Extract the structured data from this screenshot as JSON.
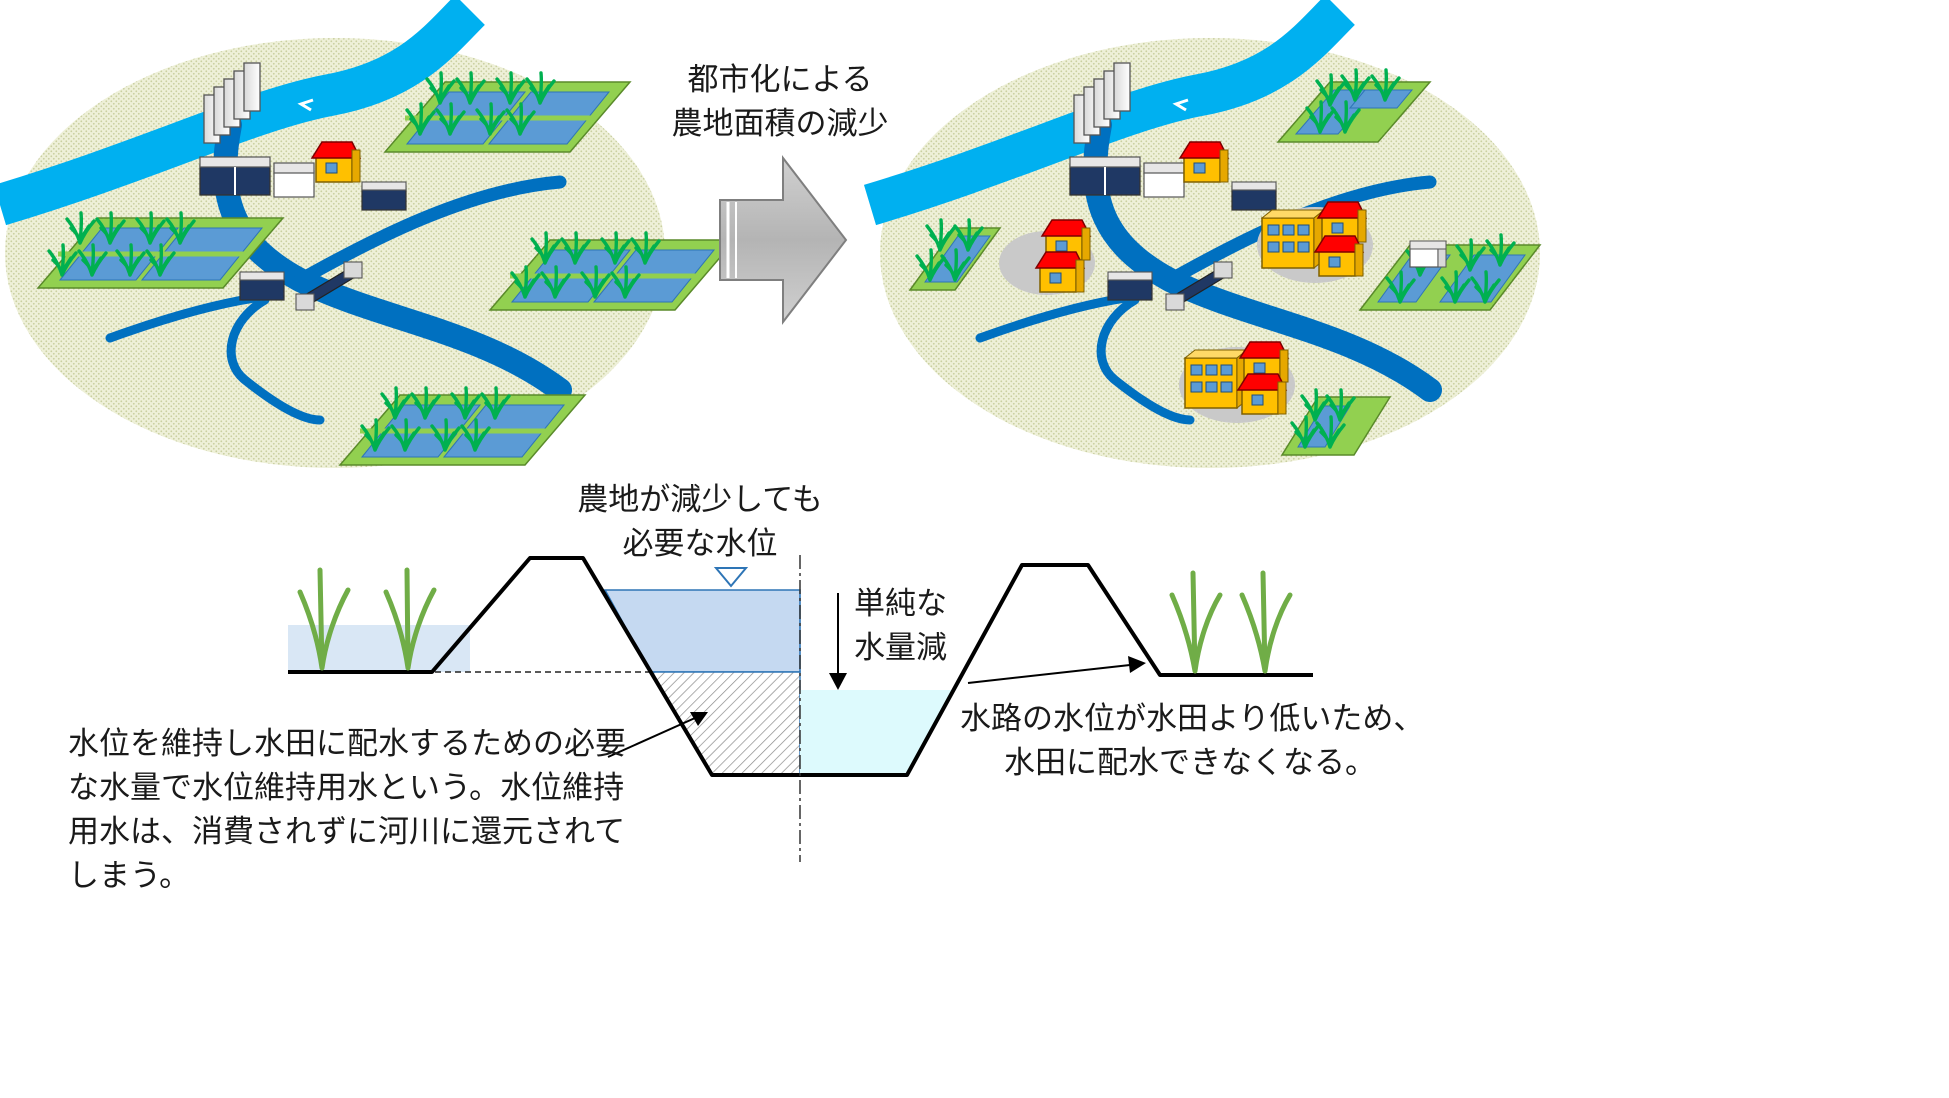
{
  "labels": {
    "urbanization_line1": "都市化による",
    "urbanization_line2": "農地面積の減少",
    "required_level_line1": "農地が減少しても",
    "required_level_line2": "必要な水位",
    "simple_reduction_line1": "単純な",
    "simple_reduction_line2": "水量減",
    "maintenance_line1": "水位を維持し水田に配水するための必要",
    "maintenance_line2": "な水量で水位維持用水という。水位維持",
    "maintenance_line3": "用水は、消費されずに河川に還元されて",
    "maintenance_line4": "しまう。",
    "low_level_line1": "水路の水位が水田より低いため、",
    "low_level_line2": "水田に配水できなくなる。"
  },
  "colors": {
    "river": "#00b0f0",
    "canal": "#0070c0",
    "paddy_border": "#92d050",
    "paddy_water": "#5b9bd5",
    "rice": "#00b050",
    "ground": "#e8ebcf",
    "house_roof": "#ff0000",
    "house_wall": "#ffc000",
    "urban_area": "#c9c9c9",
    "water_required": "#c5d9f1",
    "water_reduced": "#ddfafd",
    "arrow": "#a6a6a6"
  },
  "icons": [
    "river-flow-arrow-icon",
    "rice-plant-icon",
    "house-icon",
    "apartment-icon",
    "weir-icon",
    "water-level-triangle-icon"
  ]
}
